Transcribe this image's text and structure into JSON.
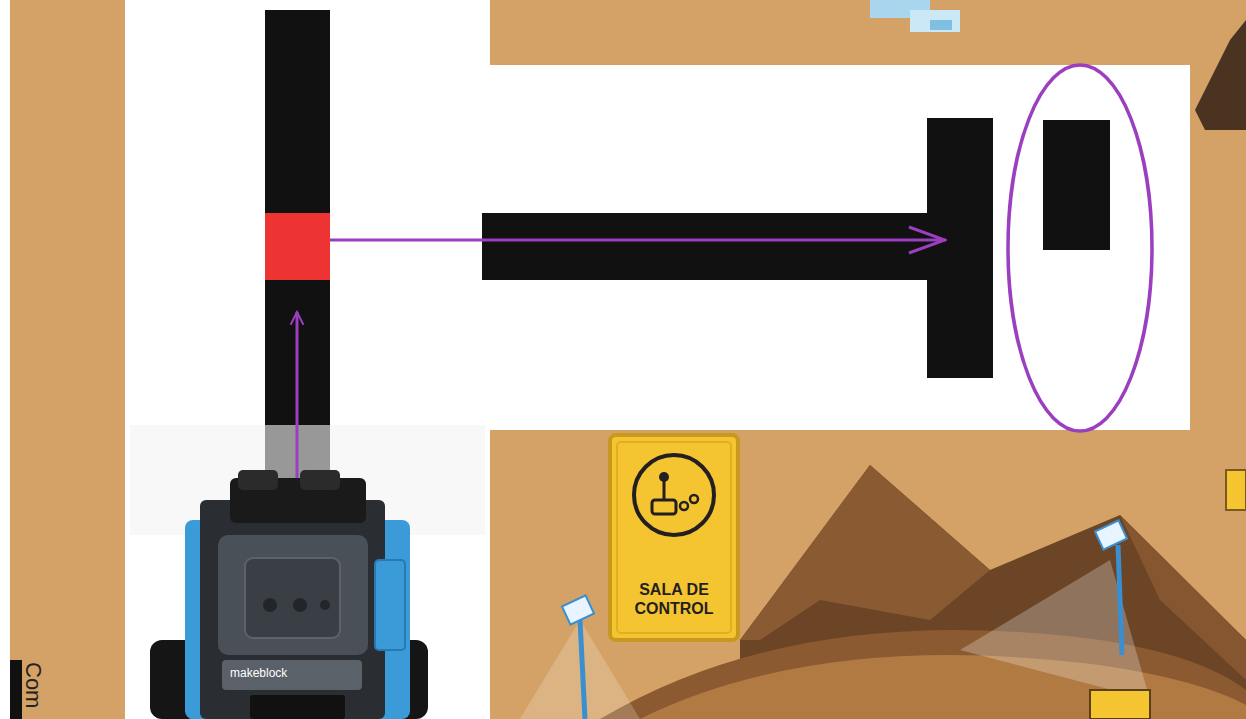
{
  "diagram": {
    "nodes": [
      {
        "text": [
          "SALA DE CONTROL"
        ]
      }
    ],
    "labels": [
      "makeblock",
      "Com"
    ]
  }
}
